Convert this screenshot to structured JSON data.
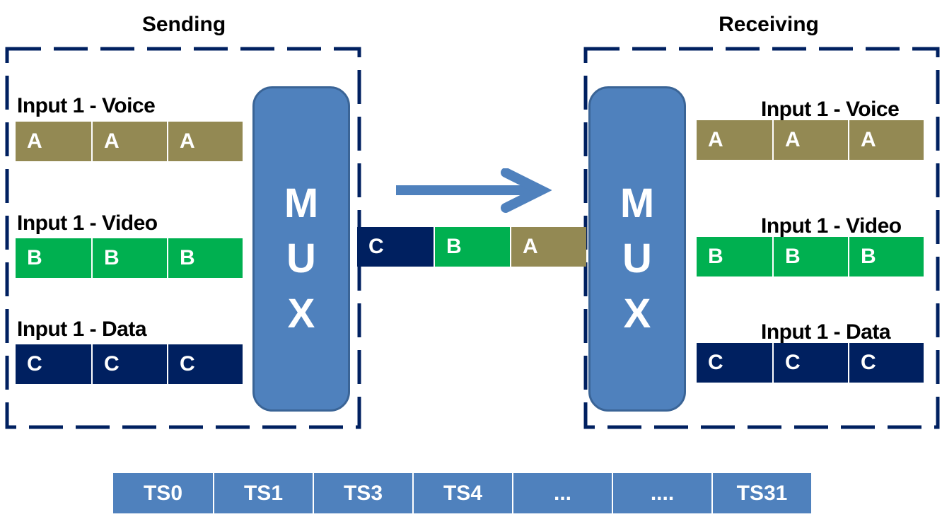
{
  "diagram": {
    "sending": {
      "title": "Sending",
      "inputs": [
        {
          "label": "Input 1 - Voice",
          "cells": [
            "A",
            "A",
            "A"
          ]
        },
        {
          "label": "Input 1 - Video",
          "cells": [
            "B",
            "B",
            "B"
          ]
        },
        {
          "label": "Input 1 - Data",
          "cells": [
            "C",
            "C",
            "C"
          ]
        }
      ],
      "mux": [
        "M",
        "U",
        "X"
      ]
    },
    "receiving": {
      "title": "Receiving",
      "outputs": [
        {
          "label": "Input 1 - Voice",
          "cells": [
            "A",
            "A",
            "A"
          ]
        },
        {
          "label": "Input 1 - Video",
          "cells": [
            "B",
            "B",
            "B"
          ]
        },
        {
          "label": "Input 1 - Data",
          "cells": [
            "C",
            "C",
            "C"
          ]
        }
      ],
      "mux": [
        "M",
        "U",
        "X"
      ]
    },
    "link": {
      "direction_icon": "arrow-right-icon",
      "stream": [
        "C",
        "B",
        "A"
      ]
    },
    "timeslots": [
      "TS0",
      "TS1",
      "TS3",
      "TS4",
      "...",
      "....",
      "TS31"
    ],
    "colors": {
      "voice": "#938953",
      "video": "#00b050",
      "data": "#002060",
      "mux": "#4f81bd",
      "border_dash": "#002060",
      "timeslot": "#4f81bd"
    }
  }
}
